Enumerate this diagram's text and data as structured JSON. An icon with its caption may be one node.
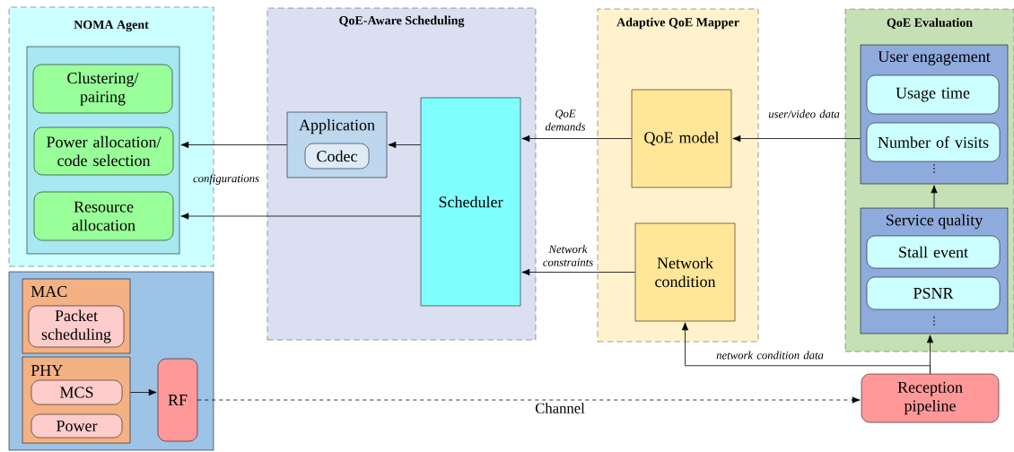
{
  "diagram": {
    "nodes": [
      {
        "text": [
          "NOMA Agent"
        ]
      },
      {
        "text": [],
        "shape": "box",
        "in": 0
      },
      {
        "text": [
          "Clustering/ pairing"
        ],
        "in": 1
      },
      {
        "text": [
          "Power allocation/ code selection"
        ],
        "in": 1
      },
      {
        "text": [
          "Resource allocation"
        ],
        "in": 1
      },
      {
        "text": [],
        "shape": "box"
      },
      {
        "text": [
          "MAC"
        ],
        "in": 5
      },
      {
        "text": [
          "Packet scheduling"
        ],
        "in": 6
      },
      {
        "text": [
          "PHY"
        ],
        "in": 5
      },
      {
        "text": [
          "MCS"
        ],
        "in": 8
      },
      {
        "text": [
          "Power"
        ],
        "in": 8
      },
      {
        "text": [
          "RF"
        ],
        "in": 5
      },
      {
        "text": [
          "QoE-Aware Scheduling"
        ]
      },
      {
        "text": [
          "Application"
        ],
        "in": 12
      },
      {
        "text": [
          "Codec"
        ],
        "in": 13
      },
      {
        "text": [
          "Scheduler"
        ],
        "in": 12
      },
      {
        "text": [
          "Adaptive QoE Mapper"
        ]
      },
      {
        "text": [
          "QoE model"
        ],
        "in": 16
      },
      {
        "text": [
          "Network condition"
        ],
        "in": 16
      },
      {
        "text": [
          "QoE Evaluation"
        ]
      },
      {
        "text": [
          "User engagement",
          "⋮"
        ],
        "in": 19
      },
      {
        "text": [
          "Usage time"
        ],
        "in": 20
      },
      {
        "text": [
          "Number of visits"
        ],
        "in": 20
      },
      {
        "text": [
          "Service quality",
          "⋮"
        ],
        "in": 19
      },
      {
        "text": [
          "Stall event"
        ],
        "in": 23
      },
      {
        "text": [
          "PSNR"
        ],
        "in": 23
      },
      {
        "text": [
          "Reception pipeline"
        ]
      }
    ],
    "edges": [
      {
        "from": 15,
        "to": 13,
        "arrow": "to"
      },
      {
        "from": 13,
        "to": 1,
        "arrow": "to"
      },
      {
        "from": 15,
        "to": 1,
        "arrow": "to",
        "label": "configurations"
      },
      {
        "from": 17,
        "to": 15,
        "arrow": "to",
        "label": "QoE demands"
      },
      {
        "from": 18,
        "to": 15,
        "arrow": "to",
        "label": "Network constraints"
      },
      {
        "from": 20,
        "to": 17,
        "arrow": "to",
        "label": "user/video data"
      },
      {
        "from": 23,
        "to": 20,
        "arrow": "to"
      },
      {
        "from": 26,
        "to": 23,
        "arrow": "to"
      },
      {
        "from": 26,
        "to": 18,
        "arrow": "to",
        "label": "network condition data"
      },
      {
        "from": 8,
        "to": 11,
        "arrow": "to"
      },
      {
        "from": 11,
        "to": 26,
        "arrow": "to",
        "label": "Channel",
        "style": "dashed"
      }
    ]
  }
}
